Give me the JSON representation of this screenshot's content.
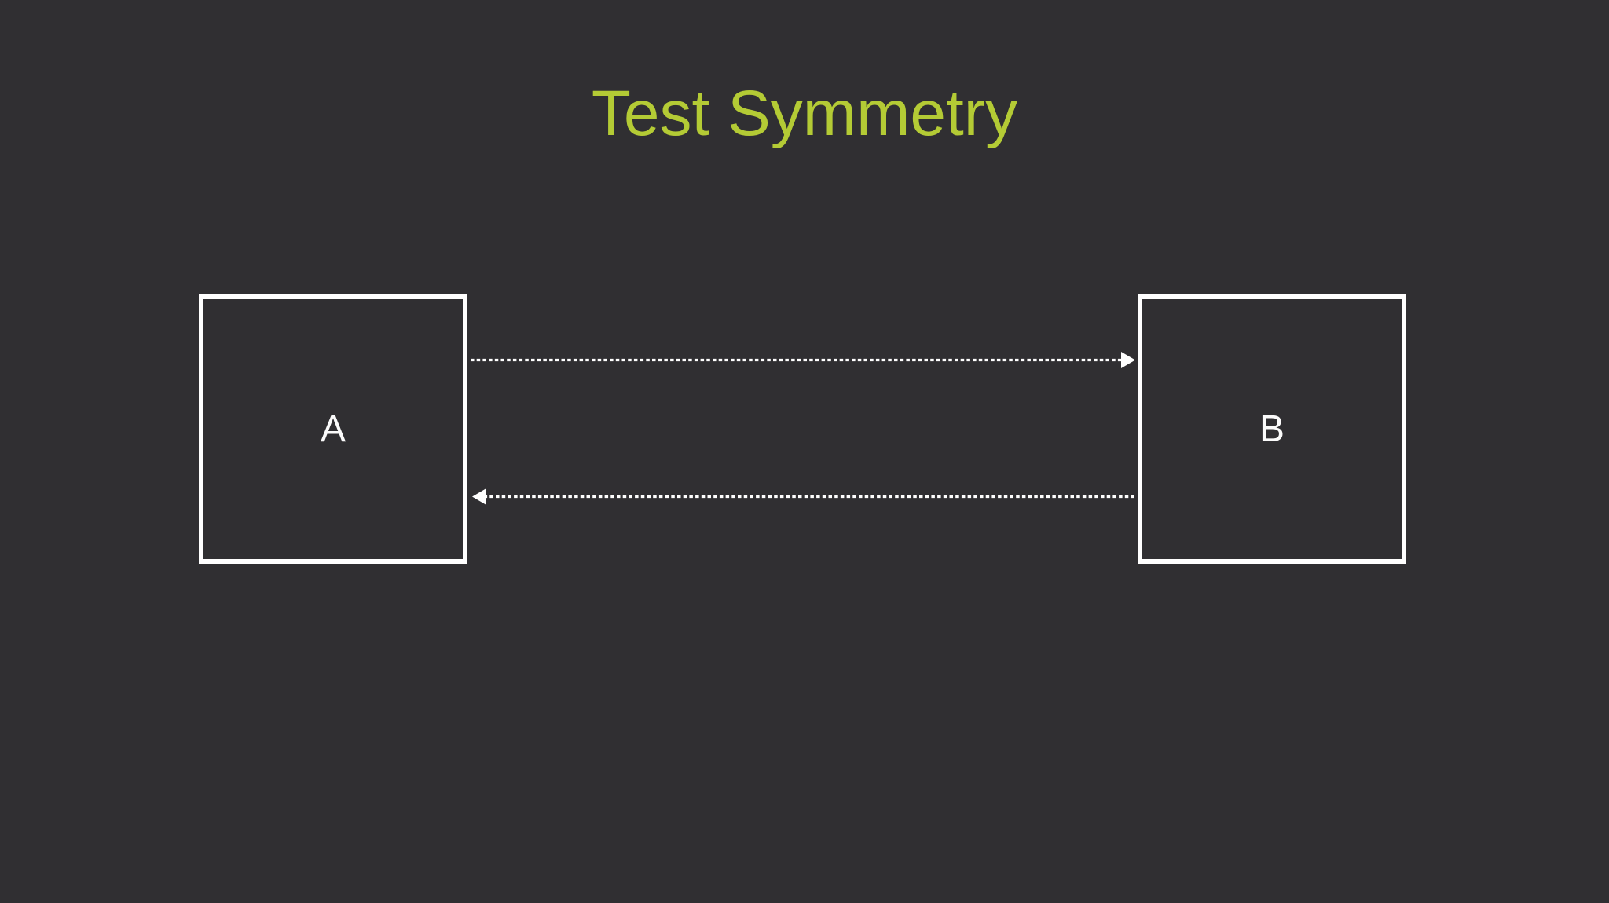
{
  "slide": {
    "title": "Test Symmetry"
  },
  "colors": {
    "background": "#302f32",
    "title": "#b4cb35",
    "node_border": "#ffffff",
    "node_label": "#ffffff",
    "edge": "#ffffff"
  },
  "diagram": {
    "nodes": [
      {
        "id": "A",
        "label": "A"
      },
      {
        "id": "B",
        "label": "B"
      }
    ],
    "edges": [
      {
        "from": "A",
        "to": "B",
        "line_style": "dashed",
        "arrow_direction": "right"
      },
      {
        "from": "B",
        "to": "A",
        "line_style": "dashed",
        "arrow_direction": "left"
      }
    ]
  }
}
